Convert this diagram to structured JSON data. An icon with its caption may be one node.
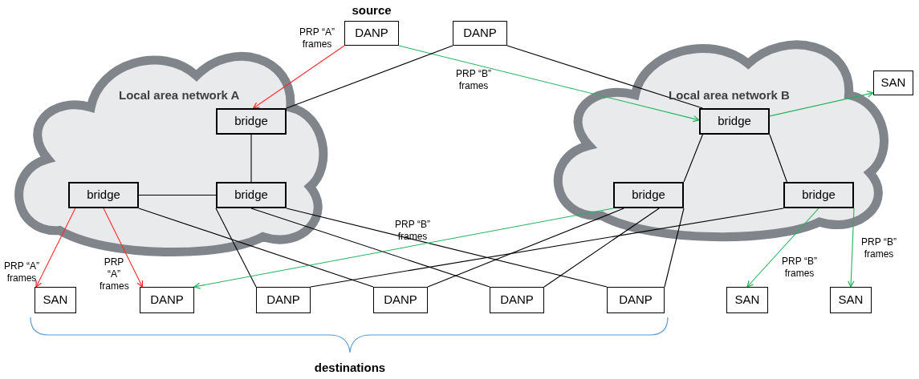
{
  "diagram": {
    "nodes": [
      {
        "text": [
          "Local area network A"
        ]
      },
      {
        "text": [
          "Local area network B"
        ]
      },
      {
        "text": [
          "DANP"
        ],
        "beside": [
          "source"
        ]
      },
      {
        "text": [
          "DANP"
        ]
      },
      {
        "text": [
          "SAN"
        ]
      },
      {
        "text": [
          "bridge"
        ],
        "in": 0
      },
      {
        "text": [
          "bridge"
        ],
        "in": 1
      },
      {
        "text": [
          "bridge"
        ],
        "in": 0
      },
      {
        "text": [
          "bridge"
        ],
        "in": 0
      },
      {
        "text": [
          "bridge"
        ],
        "in": 1
      },
      {
        "text": [
          "bridge"
        ],
        "in": 1
      },
      {
        "text": [
          "SAN"
        ]
      },
      {
        "text": [
          "DANP"
        ]
      },
      {
        "text": [
          "DANP"
        ]
      },
      {
        "text": [
          "DANP"
        ]
      },
      {
        "text": [
          "DANP"
        ]
      },
      {
        "text": [
          "DANP"
        ]
      },
      {
        "text": [
          "SAN"
        ]
      },
      {
        "text": [
          "SAN"
        ]
      }
    ],
    "edges": [
      {
        "from": 2,
        "to": 5,
        "arrow": "to",
        "label": "PRP “A” frames",
        "color": "#ff2a2a"
      },
      {
        "from": 2,
        "to": 6,
        "arrow": "to",
        "label": "PRP “B” frames",
        "color": "#22b35e"
      },
      {
        "from": 3,
        "to": 5,
        "arrow": "none"
      },
      {
        "from": 3,
        "to": 6,
        "arrow": "none"
      },
      {
        "from": 6,
        "to": 4,
        "arrow": "to",
        "color": "#22b35e"
      },
      {
        "from": 5,
        "to": 8,
        "arrow": "none"
      },
      {
        "from": 7,
        "to": 8,
        "arrow": "none"
      },
      {
        "from": 6,
        "to": 9,
        "arrow": "none"
      },
      {
        "from": 6,
        "to": 10,
        "arrow": "none"
      },
      {
        "from": 7,
        "to": 11,
        "arrow": "to",
        "label": "PRP “A” frames",
        "color": "#ff2a2a"
      },
      {
        "from": 7,
        "to": 12,
        "arrow": "to",
        "label": "PRP “A” frames",
        "color": "#ff2a2a"
      },
      {
        "from": 7,
        "to": 14,
        "arrow": "none"
      },
      {
        "from": 8,
        "to": 13,
        "arrow": "none"
      },
      {
        "from": 8,
        "to": 15,
        "arrow": "none"
      },
      {
        "from": 8,
        "to": 16,
        "arrow": "none"
      },
      {
        "from": 9,
        "to": 12,
        "arrow": "to",
        "label": "PRP “B” frames",
        "color": "#22b35e"
      },
      {
        "from": 9,
        "to": 14,
        "arrow": "none"
      },
      {
        "from": 9,
        "to": 15,
        "arrow": "none"
      },
      {
        "from": 9,
        "to": 16,
        "arrow": "none"
      },
      {
        "from": 10,
        "to": 13,
        "arrow": "none"
      },
      {
        "from": 10,
        "to": 17,
        "arrow": "to",
        "label": "PRP “B” frames",
        "color": "#22b35e"
      },
      {
        "from": 10,
        "to": 18,
        "arrow": "to",
        "label": "PRP “B” frames",
        "color": "#22b35e"
      }
    ],
    "labels": [
      "destinations"
    ]
  }
}
